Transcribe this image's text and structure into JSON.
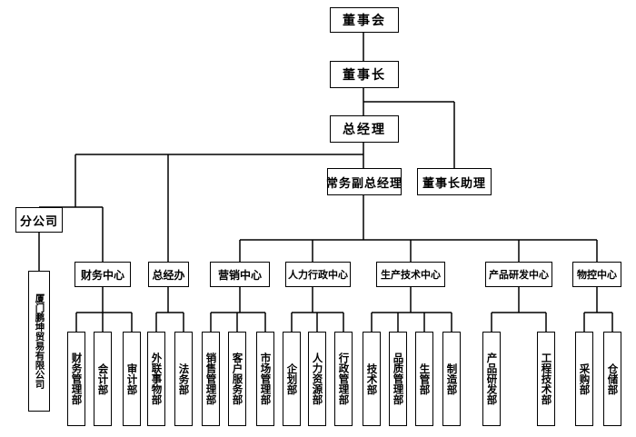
{
  "org": {
    "board": "董事会",
    "chairman": "董事长",
    "gm": "总经理",
    "exec_vgm": "常务副总经理",
    "chair_asst": "董事长助理",
    "subsidiary": "分公司",
    "subsidiary_company": "厦门鹏坤贸易有限公司",
    "finance": {
      "name": "财务中心",
      "units": [
        "财务管理部",
        "会计部",
        "审计部"
      ]
    },
    "gm_office": {
      "name": "总经办",
      "units": [
        "外联事物部",
        "法务部"
      ]
    },
    "marketing": {
      "name": "营销中心",
      "units": [
        "销售管理部",
        "客户服务部",
        "市场管理部"
      ]
    },
    "hr_admin": {
      "name": "人力行政中心",
      "units": [
        "企划部",
        "人力资源部",
        "行政管理部"
      ]
    },
    "production": {
      "name": "生产技术中心",
      "units": [
        "技术部",
        "品质管理部",
        "生管部",
        "制造部"
      ]
    },
    "rnd": {
      "name": "产品研发中心",
      "units": [
        "产品研发部",
        "工程技术部"
      ]
    },
    "material": {
      "name": "物控中心",
      "units": [
        "采购部",
        "仓储部"
      ]
    }
  }
}
